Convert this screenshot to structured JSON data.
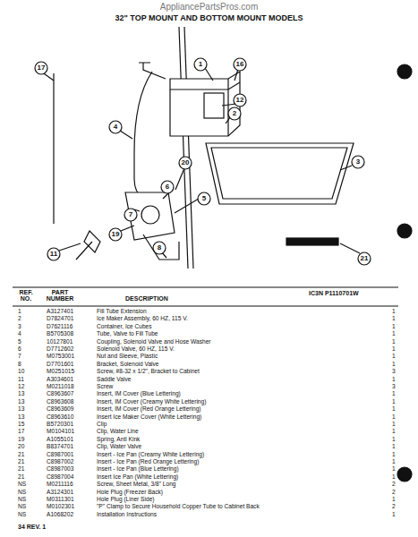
{
  "diagram": {
    "title": "32\" TOP MOUNT AND BOTTOM MOUNT MODELS",
    "labels": [
      "AppliancePartsPros.com",
      "17",
      "1",
      "16",
      "12",
      "2",
      "3",
      "4",
      "20",
      "6",
      "5",
      "7",
      "19",
      "8",
      "11",
      "21",
      "REF. NO.",
      "PART NUMBER",
      "DESCRIPTION",
      "IC3N P1110701W",
      "1",
      "A3127401",
      "Fill Tube Extension",
      "1",
      "2",
      "D7824701",
      "Ice Maker Assembly, 60 HZ, 115 V.",
      "1",
      "3",
      "D7621116",
      "Container, Ice Cubes",
      "1",
      "4",
      "B5705308",
      "Tube, Valve to Fill Tube",
      "1",
      "5",
      "10127801",
      "Coupling, Solenoid Valve and Hose Washer",
      "1",
      "6",
      "D7712602",
      "Solenoid Valve, 60 HZ, 115 V.",
      "1",
      "7",
      "M0753001",
      "Nut and Sleeve, Plastic",
      "1",
      "8",
      "D7701601",
      "Bracket, Solenoid Valve",
      "1",
      "10",
      "M0251015",
      "Screw, #8-32 x 1/2\", Bracket to Cabinet",
      "3",
      "11",
      "A3034601",
      "Saddle Valve",
      "1",
      "12",
      "M0211018",
      "Screw",
      "3",
      "13",
      "C8963607",
      "Insert, IM Cover (Blue Lettering)",
      "1",
      "13",
      "C8963608",
      "Insert, IM Cover (Creamy White Lettering)",
      "1",
      "13",
      "C8963609",
      "Insert, IM Cover (Red Orange Lettering)",
      "1",
      "13",
      "C8963610",
      "Insert Ice Maker Cover (White Lettering)",
      "1",
      "15",
      "B5720301",
      "Clip",
      "1",
      "17",
      "M0104101",
      "Clip, Water Line",
      "1",
      "19",
      "A1055101",
      "Spring, Anti Kink",
      "1",
      "20",
      "B8374701",
      "Clip, Water Valve",
      "1",
      "21",
      "C8987001",
      "Insert - Ice Pan (Creamy White Lettering)",
      "1",
      "21",
      "C8987002",
      "Insert - Ice Pan (Red Orange Lettering)",
      "1",
      "21",
      "C8987003",
      "Insert - Ice Pan (Blue Lettering)",
      "1",
      "21",
      "C8987004",
      "Insert Ice Pan (White Lettering)",
      "1",
      "NS",
      "M0211116",
      "Screw, Sheet Metal, 3/8\" Long",
      "2",
      "NS",
      "A3124301",
      "Hole Plug (Freezer Back)",
      "2",
      "NS",
      "M0311301",
      "Hole Plug (Liner Side)",
      "1",
      "NS",
      "M0102301",
      "\"P\" Clamp to Secure Household Copper Tube to Cabinet Back",
      "2",
      "NS",
      "A1068202",
      "Installation Instructions",
      "1",
      "34 REV. 1"
    ]
  }
}
